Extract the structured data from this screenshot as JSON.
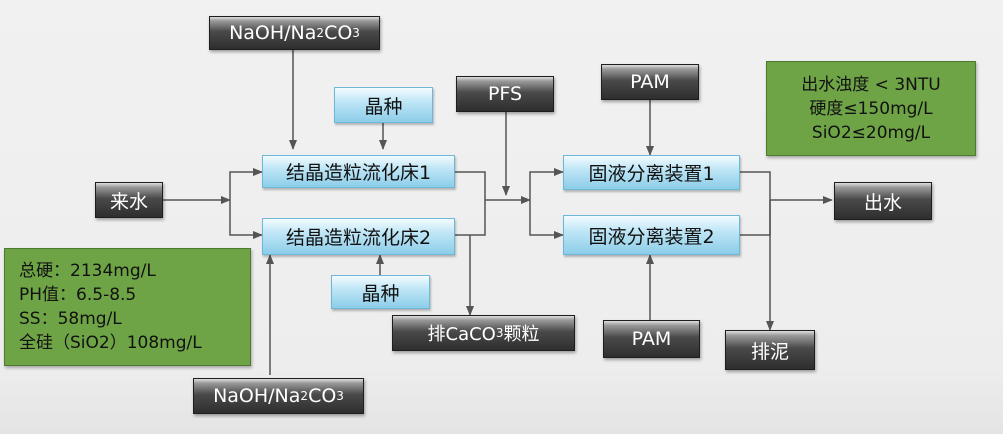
{
  "reagents": {
    "top": {
      "prefix": "NaOH/Na",
      "sub1": "2",
      "mid": "CO",
      "sub2": "3"
    },
    "bottom": {
      "prefix": "NaOH/Na",
      "sub1": "2",
      "mid": "CO",
      "sub2": "3"
    }
  },
  "seed_top": "晶种",
  "seed_bottom": "晶种",
  "inflow": "来水",
  "bed1": "结晶造粒流化床1",
  "bed2": "结晶造粒流化床2",
  "pfs": "PFS",
  "pam_top": "PAM",
  "pam_bottom": "PAM",
  "sep1": "固液分离装置1",
  "sep2": "固液分离装置2",
  "outflow": "出水",
  "sludge": "排泥",
  "caco3": {
    "prefix": "排CaCO",
    "sub": "3",
    "suffix": "颗粒"
  },
  "effluent_spec": [
    "出水浊度 < 3NTU",
    "硬度≤150mg/L",
    "SiO2≤20mg/L"
  ],
  "influent_spec": [
    "总硬：2134mg/L",
    "PH值：6.5-8.5",
    "SS：58mg/L",
    "全硅（SiO2）108mg/L"
  ]
}
